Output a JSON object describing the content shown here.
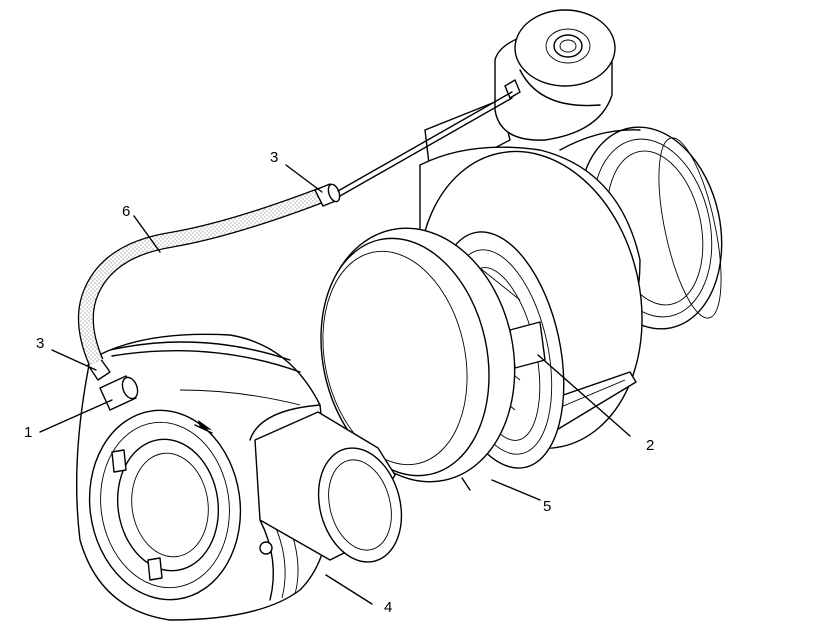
{
  "callouts": [
    {
      "id": "c1",
      "label": "1"
    },
    {
      "id": "c2",
      "label": "2"
    },
    {
      "id": "c3a",
      "label": "3"
    },
    {
      "id": "c3b",
      "label": "3"
    },
    {
      "id": "c4",
      "label": "4"
    },
    {
      "id": "c5",
      "label": "5"
    },
    {
      "id": "c6",
      "label": "6"
    }
  ],
  "colors": {
    "line": "#000000",
    "background": "#ffffff",
    "hose_texture": "#555555"
  }
}
